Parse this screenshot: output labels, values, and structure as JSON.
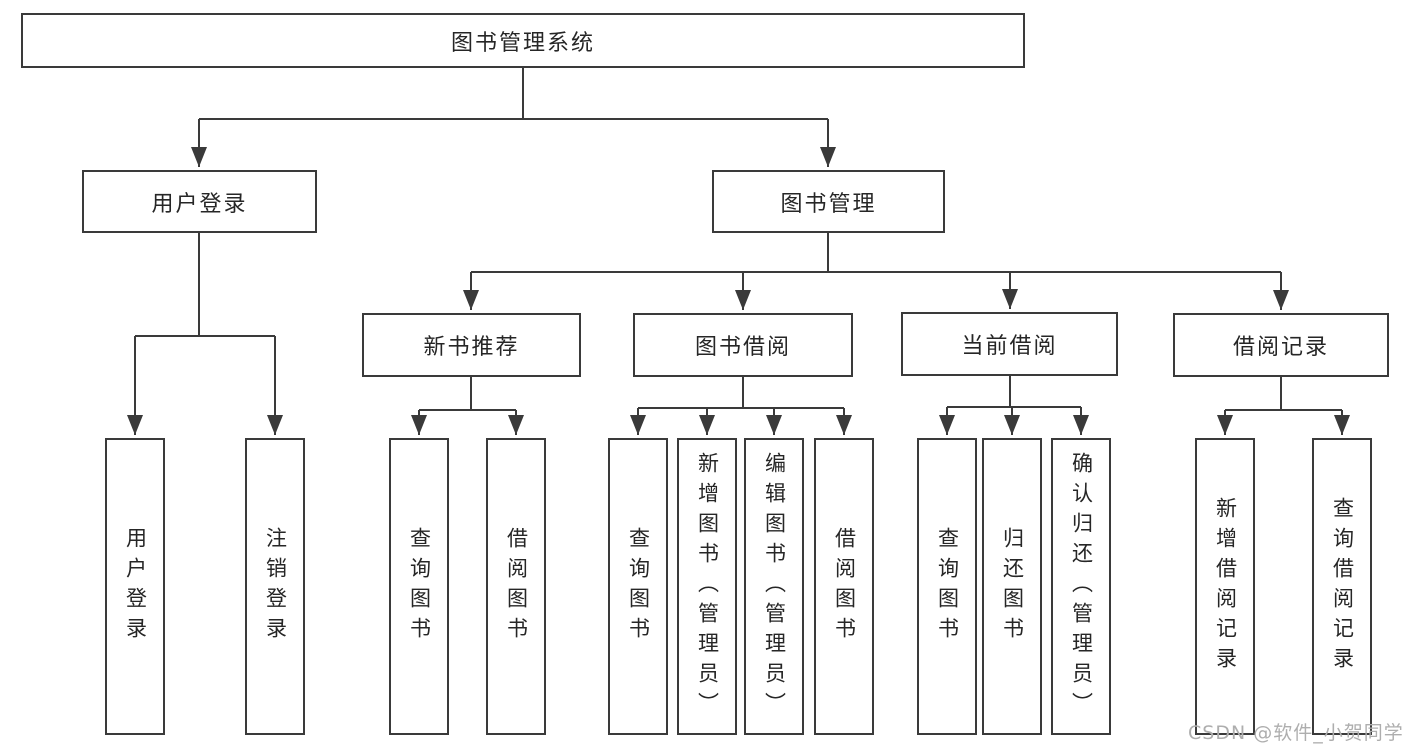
{
  "colors": {
    "line": "#3a3a3a",
    "text": "#262626",
    "box_background": "#ffffff",
    "watermark": "#aeaeae"
  },
  "watermark": {
    "text": "CSDN @软件_小贺同学"
  },
  "tree": {
    "root": {
      "label": "图书管理系统",
      "children": [
        {
          "label": "用户登录",
          "children": [
            {
              "label": "用户登录"
            },
            {
              "label": "注销登录"
            }
          ]
        },
        {
          "label": "图书管理",
          "children": [
            {
              "label": "新书推荐",
              "children": [
                {
                  "label": "查询图书"
                },
                {
                  "label": "借阅图书"
                }
              ]
            },
            {
              "label": "图书借阅",
              "children": [
                {
                  "label": "查询图书"
                },
                {
                  "label": "新增图书（管理员）"
                },
                {
                  "label": "编辑图书（管理员）"
                },
                {
                  "label": "借阅图书"
                }
              ]
            },
            {
              "label": "当前借阅",
              "children": [
                {
                  "label": "查询图书"
                },
                {
                  "label": "归还图书"
                },
                {
                  "label": "确认归还（管理员）"
                }
              ]
            },
            {
              "label": "借阅记录",
              "children": [
                {
                  "label": "新增借阅记录"
                },
                {
                  "label": "查询借阅记录"
                }
              ]
            }
          ]
        }
      ]
    }
  }
}
